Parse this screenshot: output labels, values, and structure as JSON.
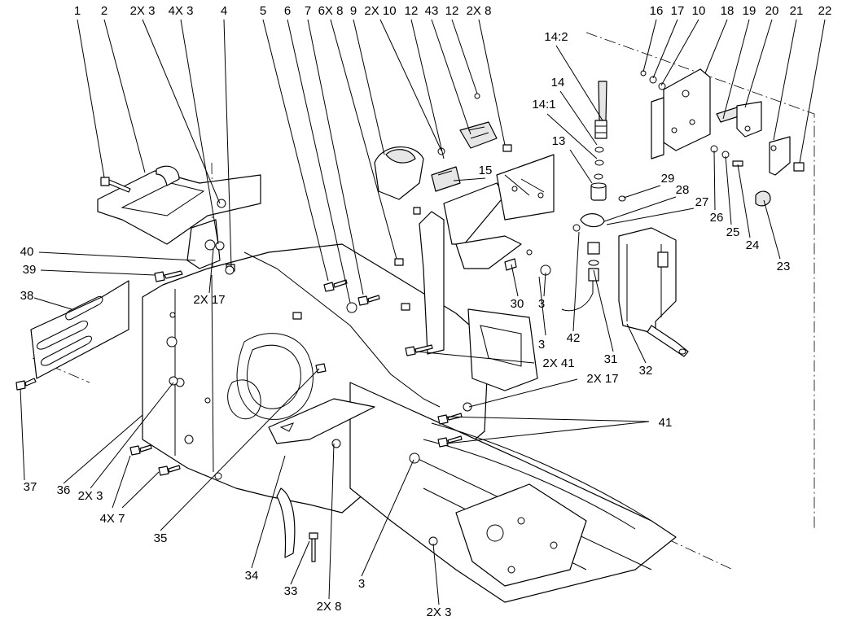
{
  "callouts": [
    {
      "id": "c1",
      "text": "1"
    },
    {
      "id": "c2",
      "text": "2"
    },
    {
      "id": "c3",
      "text": "2X 3"
    },
    {
      "id": "c4",
      "text": "4X 3"
    },
    {
      "id": "c5",
      "text": "4"
    },
    {
      "id": "c6",
      "text": "5"
    },
    {
      "id": "c7",
      "text": "6"
    },
    {
      "id": "c8",
      "text": "7"
    },
    {
      "id": "c9",
      "text": "6X 8"
    },
    {
      "id": "c10",
      "text": "9"
    },
    {
      "id": "c11",
      "text": "2X 10"
    },
    {
      "id": "c12",
      "text": "12"
    },
    {
      "id": "c13",
      "text": "43"
    },
    {
      "id": "c14",
      "text": "12"
    },
    {
      "id": "c15",
      "text": "2X 8"
    },
    {
      "id": "c16",
      "text": "14:2"
    },
    {
      "id": "c17",
      "text": "14"
    },
    {
      "id": "c18",
      "text": "14:1"
    },
    {
      "id": "c19",
      "text": "13"
    },
    {
      "id": "c20",
      "text": "15"
    },
    {
      "id": "c21",
      "text": "16"
    },
    {
      "id": "c22",
      "text": "17"
    },
    {
      "id": "c23",
      "text": "10"
    },
    {
      "id": "c24",
      "text": "18"
    },
    {
      "id": "c25",
      "text": "19"
    },
    {
      "id": "c26",
      "text": "20"
    },
    {
      "id": "c27",
      "text": "21"
    },
    {
      "id": "c28",
      "text": "22"
    },
    {
      "id": "c29",
      "text": "29"
    },
    {
      "id": "c30",
      "text": "28"
    },
    {
      "id": "c31",
      "text": "27"
    },
    {
      "id": "c32",
      "text": "26"
    },
    {
      "id": "c33",
      "text": "25"
    },
    {
      "id": "c34",
      "text": "24"
    },
    {
      "id": "c35",
      "text": "23"
    },
    {
      "id": "c36",
      "text": "40"
    },
    {
      "id": "c37",
      "text": "39"
    },
    {
      "id": "c38",
      "text": "2X 17"
    },
    {
      "id": "c39",
      "text": "38"
    },
    {
      "id": "c40",
      "text": "30"
    },
    {
      "id": "c41",
      "text": "3"
    },
    {
      "id": "c42",
      "text": "3"
    },
    {
      "id": "c43",
      "text": "42"
    },
    {
      "id": "c44",
      "text": "31"
    },
    {
      "id": "c45",
      "text": "32"
    },
    {
      "id": "c46",
      "text": "2X 41"
    },
    {
      "id": "c47",
      "text": "2X 17"
    },
    {
      "id": "c48",
      "text": "41"
    },
    {
      "id": "c49",
      "text": "37"
    },
    {
      "id": "c50",
      "text": "36"
    },
    {
      "id": "c51",
      "text": "2X 3"
    },
    {
      "id": "c52",
      "text": "4X 7"
    },
    {
      "id": "c53",
      "text": "35"
    },
    {
      "id": "c54",
      "text": "34"
    },
    {
      "id": "c55",
      "text": "33"
    },
    {
      "id": "c56",
      "text": "2X 8"
    },
    {
      "id": "c57",
      "text": "3"
    },
    {
      "id": "c58",
      "text": "2X 3"
    }
  ],
  "colors": {
    "background": "#ffffff",
    "line": "#000000",
    "shade": "#e6e6e6"
  }
}
